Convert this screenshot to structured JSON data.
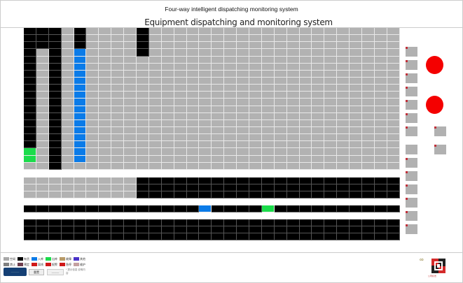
{
  "header": {
    "title": "Four-way intelligent dispatching monitoring system",
    "subtitle": "Equipment dispatching and monitoring system"
  },
  "colors": {
    "g": "#b2b2b2",
    "k": "#000000",
    "b": "#0a7be8",
    "n": "#1bdc4b"
  },
  "grids": {
    "upper": [
      "kkkgkggggkgggggggggggggggggggg",
      "kkkgkggggkgggggggggggggggggggg",
      "kkkgkggggkgggggggggggggggggggg",
      "kgkgbggggkgggggggggggggggggggg",
      "kgkgbggggggggggggggggggggggggg",
      "kgkgbggggggggggggggggggggggggg",
      "kgkgbggggggggggggggggggggggggg",
      "kgkgbggggggggggggggggggggggggg",
      "kgkgbggggggggggggggggggggggggg",
      "kgkgbggggggggggggggggggggggggg",
      "kgkgbggggggggggggggggggggggggg",
      "kgkgbggggggggggggggggggggggggg",
      "kgkgbggggggggggggggggggggggggg",
      "kgkgbggggggggggggggggggggggggg",
      "kgkgbggggggggggggggggggggggggg",
      "kgkgbggggggggggggggggggggggggg",
      "kgkgbggggggggggggggggggggggggg",
      "ngkgbggggggggggggggggggggggggg",
      "ngkgbggggggggggggggggggggggggg",
      "ggkggggggggggggggggggggggggggg"
    ],
    "middle": [
      "gggggggggkkkkkkkkkkkkkkkkkkkkk",
      "gggggggggkkkkkkkkkkkkkkkkkkkkk",
      "gggggggggkkkkkkkkkkkkkkkkkkkkk"
    ],
    "track": [
      "kkkkkkkkkkkkkkbkkkknkkkkkkkkkk"
    ],
    "lower": [
      "kkkkkkkkkkkkkkkkkkkkkkkkkkkkkk",
      "kkkkkkkkkkkkkkkkkkkkkkkkkkkkkk",
      "kkkkkkkkkkkkkkkkkkkkkkkkkkkkkk"
    ]
  },
  "legend": [
    [
      {
        "label": "空闲",
        "color": "#a8a8a8"
      },
      {
        "label": "有货",
        "color": "#000000"
      },
      {
        "label": "入库",
        "color": "#0a7be8"
      },
      {
        "label": "出库",
        "color": "#1bdc4b"
      },
      {
        "label": "故障",
        "color": "#b89a68"
      },
      {
        "label": "其他",
        "color": "#4a32c8"
      }
    ],
    [
      {
        "label": "禁止",
        "color": "#808080"
      },
      {
        "label": "预定",
        "color": "#6e3e4e"
      },
      {
        "label": "离线",
        "color": "#d01818"
      },
      {
        "label": "报警",
        "color": "#d01818"
      },
      {
        "label": "急停",
        "color": "#d01818"
      },
      {
        "label": "维护",
        "color": "#c4a0a0"
      }
    ]
  ],
  "buttons": {
    "main": "———",
    "reset": "重置",
    "clear": "———"
  },
  "hint": "* 提示信息 说明内容",
  "logo": {
    "infinity": "∞",
    "text": "公司标志"
  }
}
